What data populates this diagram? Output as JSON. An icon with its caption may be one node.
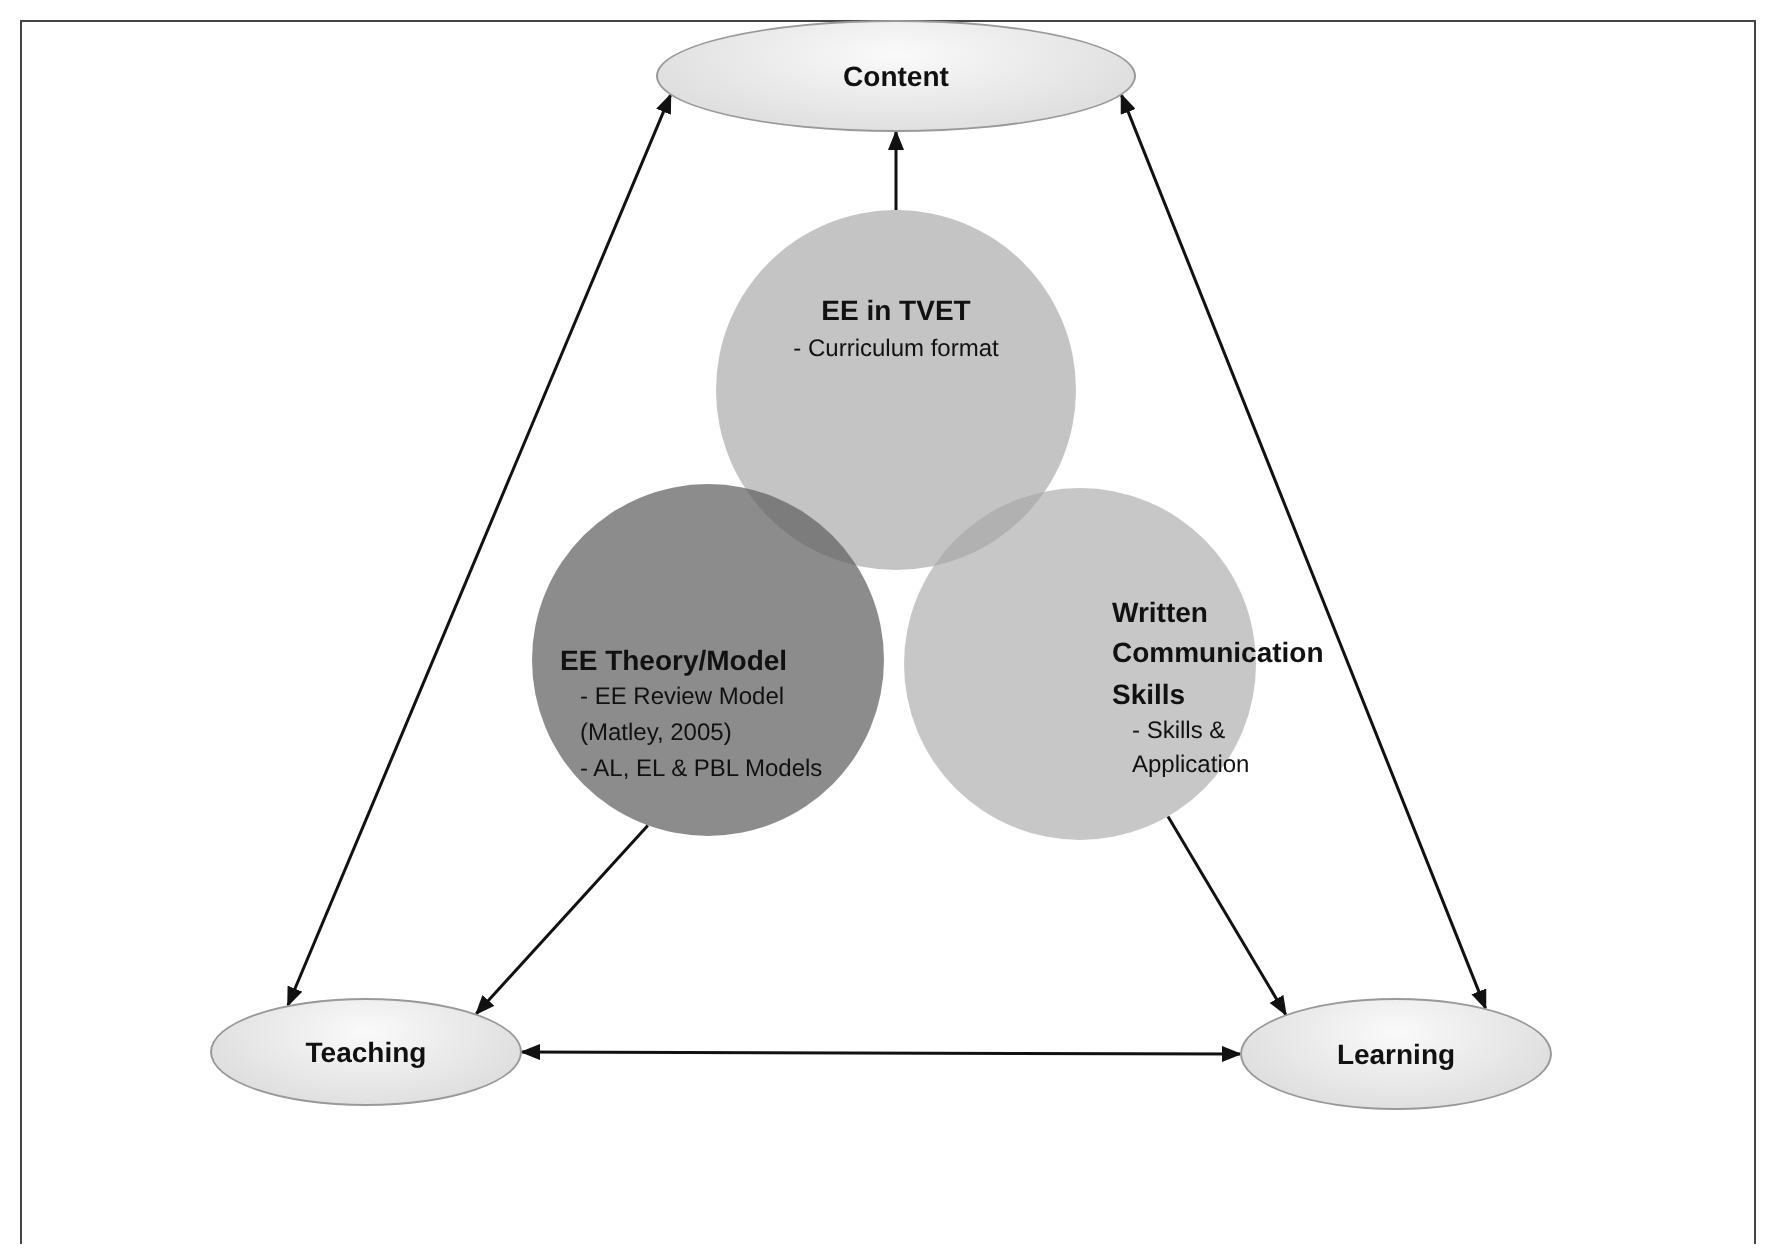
{
  "diagram": {
    "nodes": [
      {
        "text": [
          "Content"
        ]
      },
      {
        "text": [
          "EE in TVET",
          "- Curriculum format"
        ]
      },
      {
        "text": [
          "EE Theory/Model",
          "- EE Review Model (Matley, 2005)",
          "- AL, EL & PBL Models"
        ]
      },
      {
        "text": [
          "Written Communication Skills",
          "- Skills & Application"
        ]
      },
      {
        "text": [
          "Teaching"
        ]
      },
      {
        "text": [
          "Learning"
        ]
      }
    ],
    "edges": [
      {
        "from": 0,
        "to": 4,
        "arrow": "both"
      },
      {
        "from": 0,
        "to": 5,
        "arrow": "both"
      },
      {
        "from": 4,
        "to": 5,
        "arrow": "both"
      },
      {
        "from": 1,
        "to": 0,
        "arrow": "to"
      },
      {
        "from": 2,
        "to": 4,
        "arrow": "to"
      },
      {
        "from": 3,
        "to": 5,
        "arrow": "to"
      }
    ]
  }
}
